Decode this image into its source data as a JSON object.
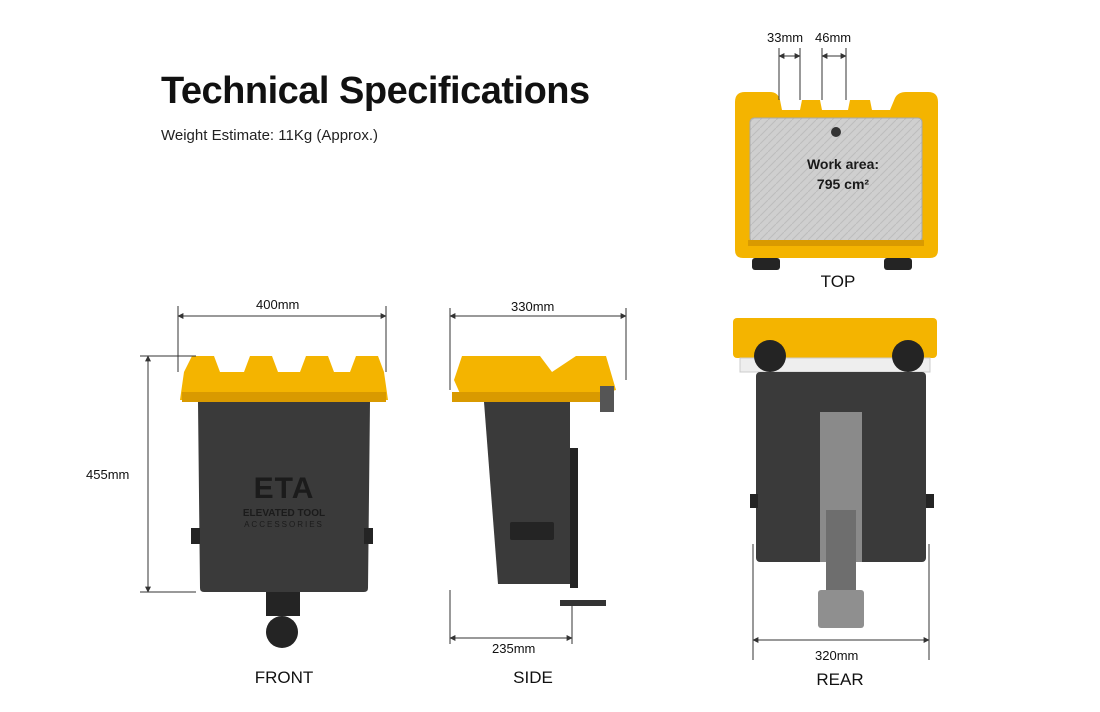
{
  "header": {
    "title": "Technical Specifications",
    "subtitle": "Weight Estimate: 11Kg (Approx.)"
  },
  "views": {
    "top": {
      "label": "TOP",
      "dim_left": "33mm",
      "dim_right": "46mm",
      "work_area_line1": "Work area:",
      "work_area_line2": "795 cm²"
    },
    "front": {
      "label": "FRONT",
      "width": "400mm",
      "height": "455mm",
      "brand_main": "ETA",
      "brand_line1": "ELEVATED TOOL",
      "brand_line2": "ACCESSORIES"
    },
    "side": {
      "label": "SIDE",
      "width_top": "330mm",
      "width_bottom": "235mm"
    },
    "rear": {
      "label": "REAR",
      "width": "320mm"
    }
  },
  "colors": {
    "accent_yellow": "#f4b400",
    "body_dark": "#3a3a3a",
    "plate_gray": "#c9c9c9"
  }
}
